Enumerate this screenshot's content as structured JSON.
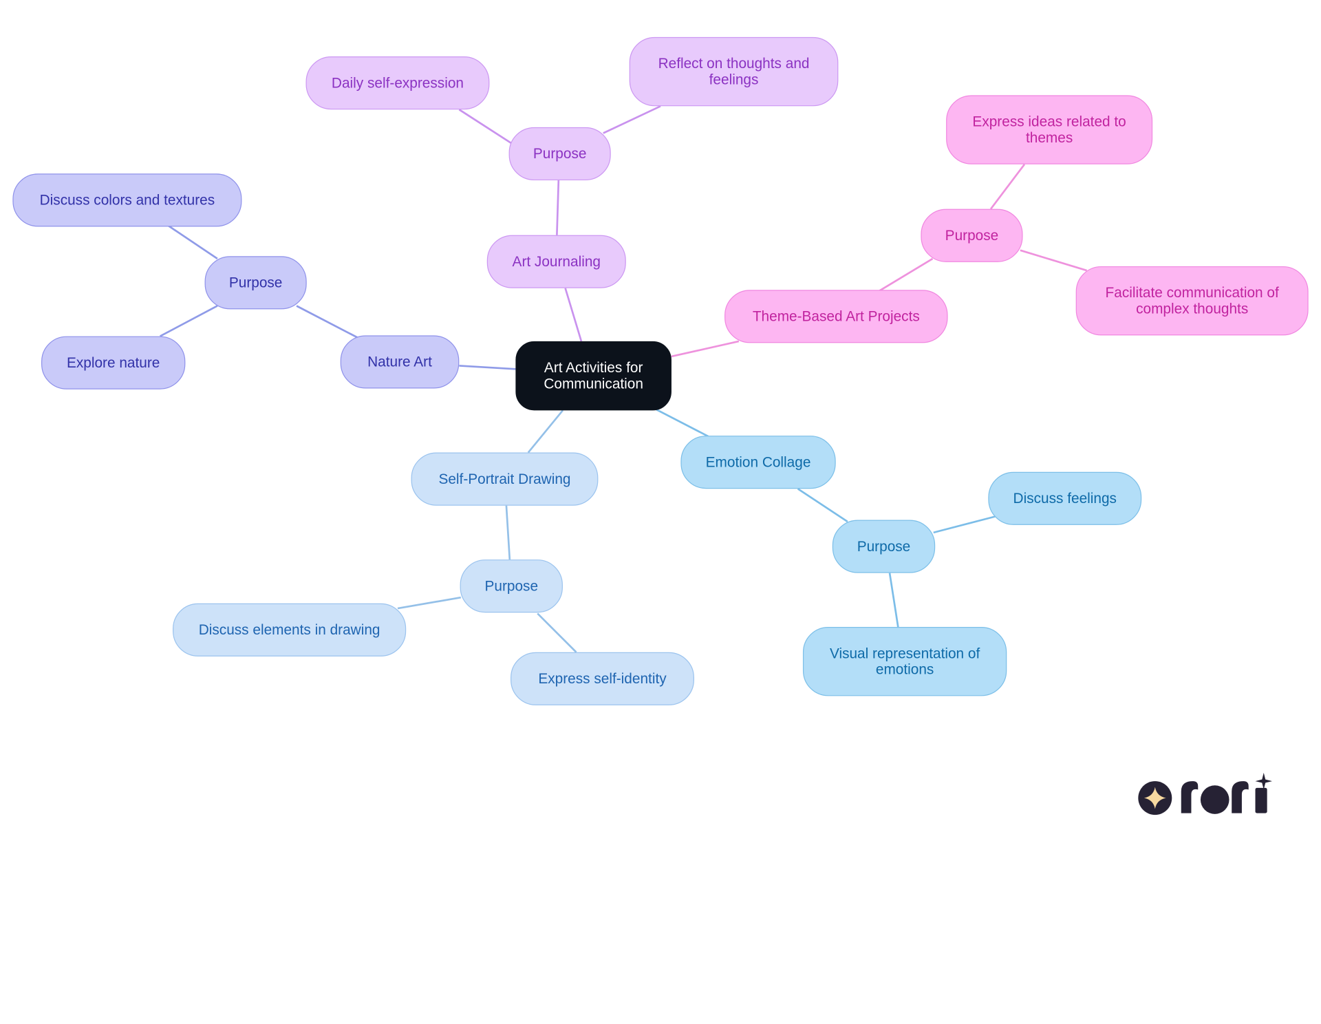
{
  "diagram": {
    "type": "mind-map",
    "root": {
      "label": "Art Activities for Communication"
    },
    "branches": [
      {
        "id": "nature",
        "label": "Nature Art",
        "purpose_label": "Purpose",
        "leaves": [
          "Discuss colors and textures",
          "Explore nature"
        ],
        "colors": {
          "fill": "#c9caf9",
          "border": "#8f92ea",
          "text": "#3131a8",
          "edge": "#8f9be8"
        }
      },
      {
        "id": "journal",
        "label": "Art Journaling",
        "purpose_label": "Purpose",
        "leaves": [
          "Daily self-expression",
          "Reflect on thoughts and feelings"
        ],
        "colors": {
          "fill": "#e8cafc",
          "border": "#cc98f2",
          "text": "#8b32c2",
          "edge": "#c992ee"
        }
      },
      {
        "id": "theme",
        "label": "Theme-Based Art Projects",
        "purpose_label": "Purpose",
        "leaves": [
          "Express ideas related to themes",
          "Facilitate communication of complex thoughts"
        ],
        "colors": {
          "fill": "#fdb6f2",
          "border": "#f087e0",
          "text": "#c1239f",
          "edge": "#ee92dd"
        }
      },
      {
        "id": "collage",
        "label": "Emotion Collage",
        "purpose_label": "Purpose",
        "leaves": [
          "Discuss feelings",
          "Visual representation of emotions"
        ],
        "colors": {
          "fill": "#b3def8",
          "border": "#7cbfe8",
          "text": "#0e6aa8",
          "edge": "#7cbde8"
        }
      },
      {
        "id": "portrait",
        "label": "Self-Portrait Drawing",
        "purpose_label": "Purpose",
        "leaves": [
          "Discuss elements in drawing",
          "Express self-identity"
        ],
        "colors": {
          "fill": "#cde2f9",
          "border": "#9bc3ee",
          "text": "#1e64b0",
          "edge": "#94c0e8"
        }
      }
    ],
    "root_colors": {
      "fill": "#0c121b",
      "text": "#ffffff"
    }
  },
  "logo": {
    "text": "rori",
    "icon": "sparkle-icon",
    "colors": {
      "dark": "#262234",
      "star": "#f7d9a0"
    }
  }
}
